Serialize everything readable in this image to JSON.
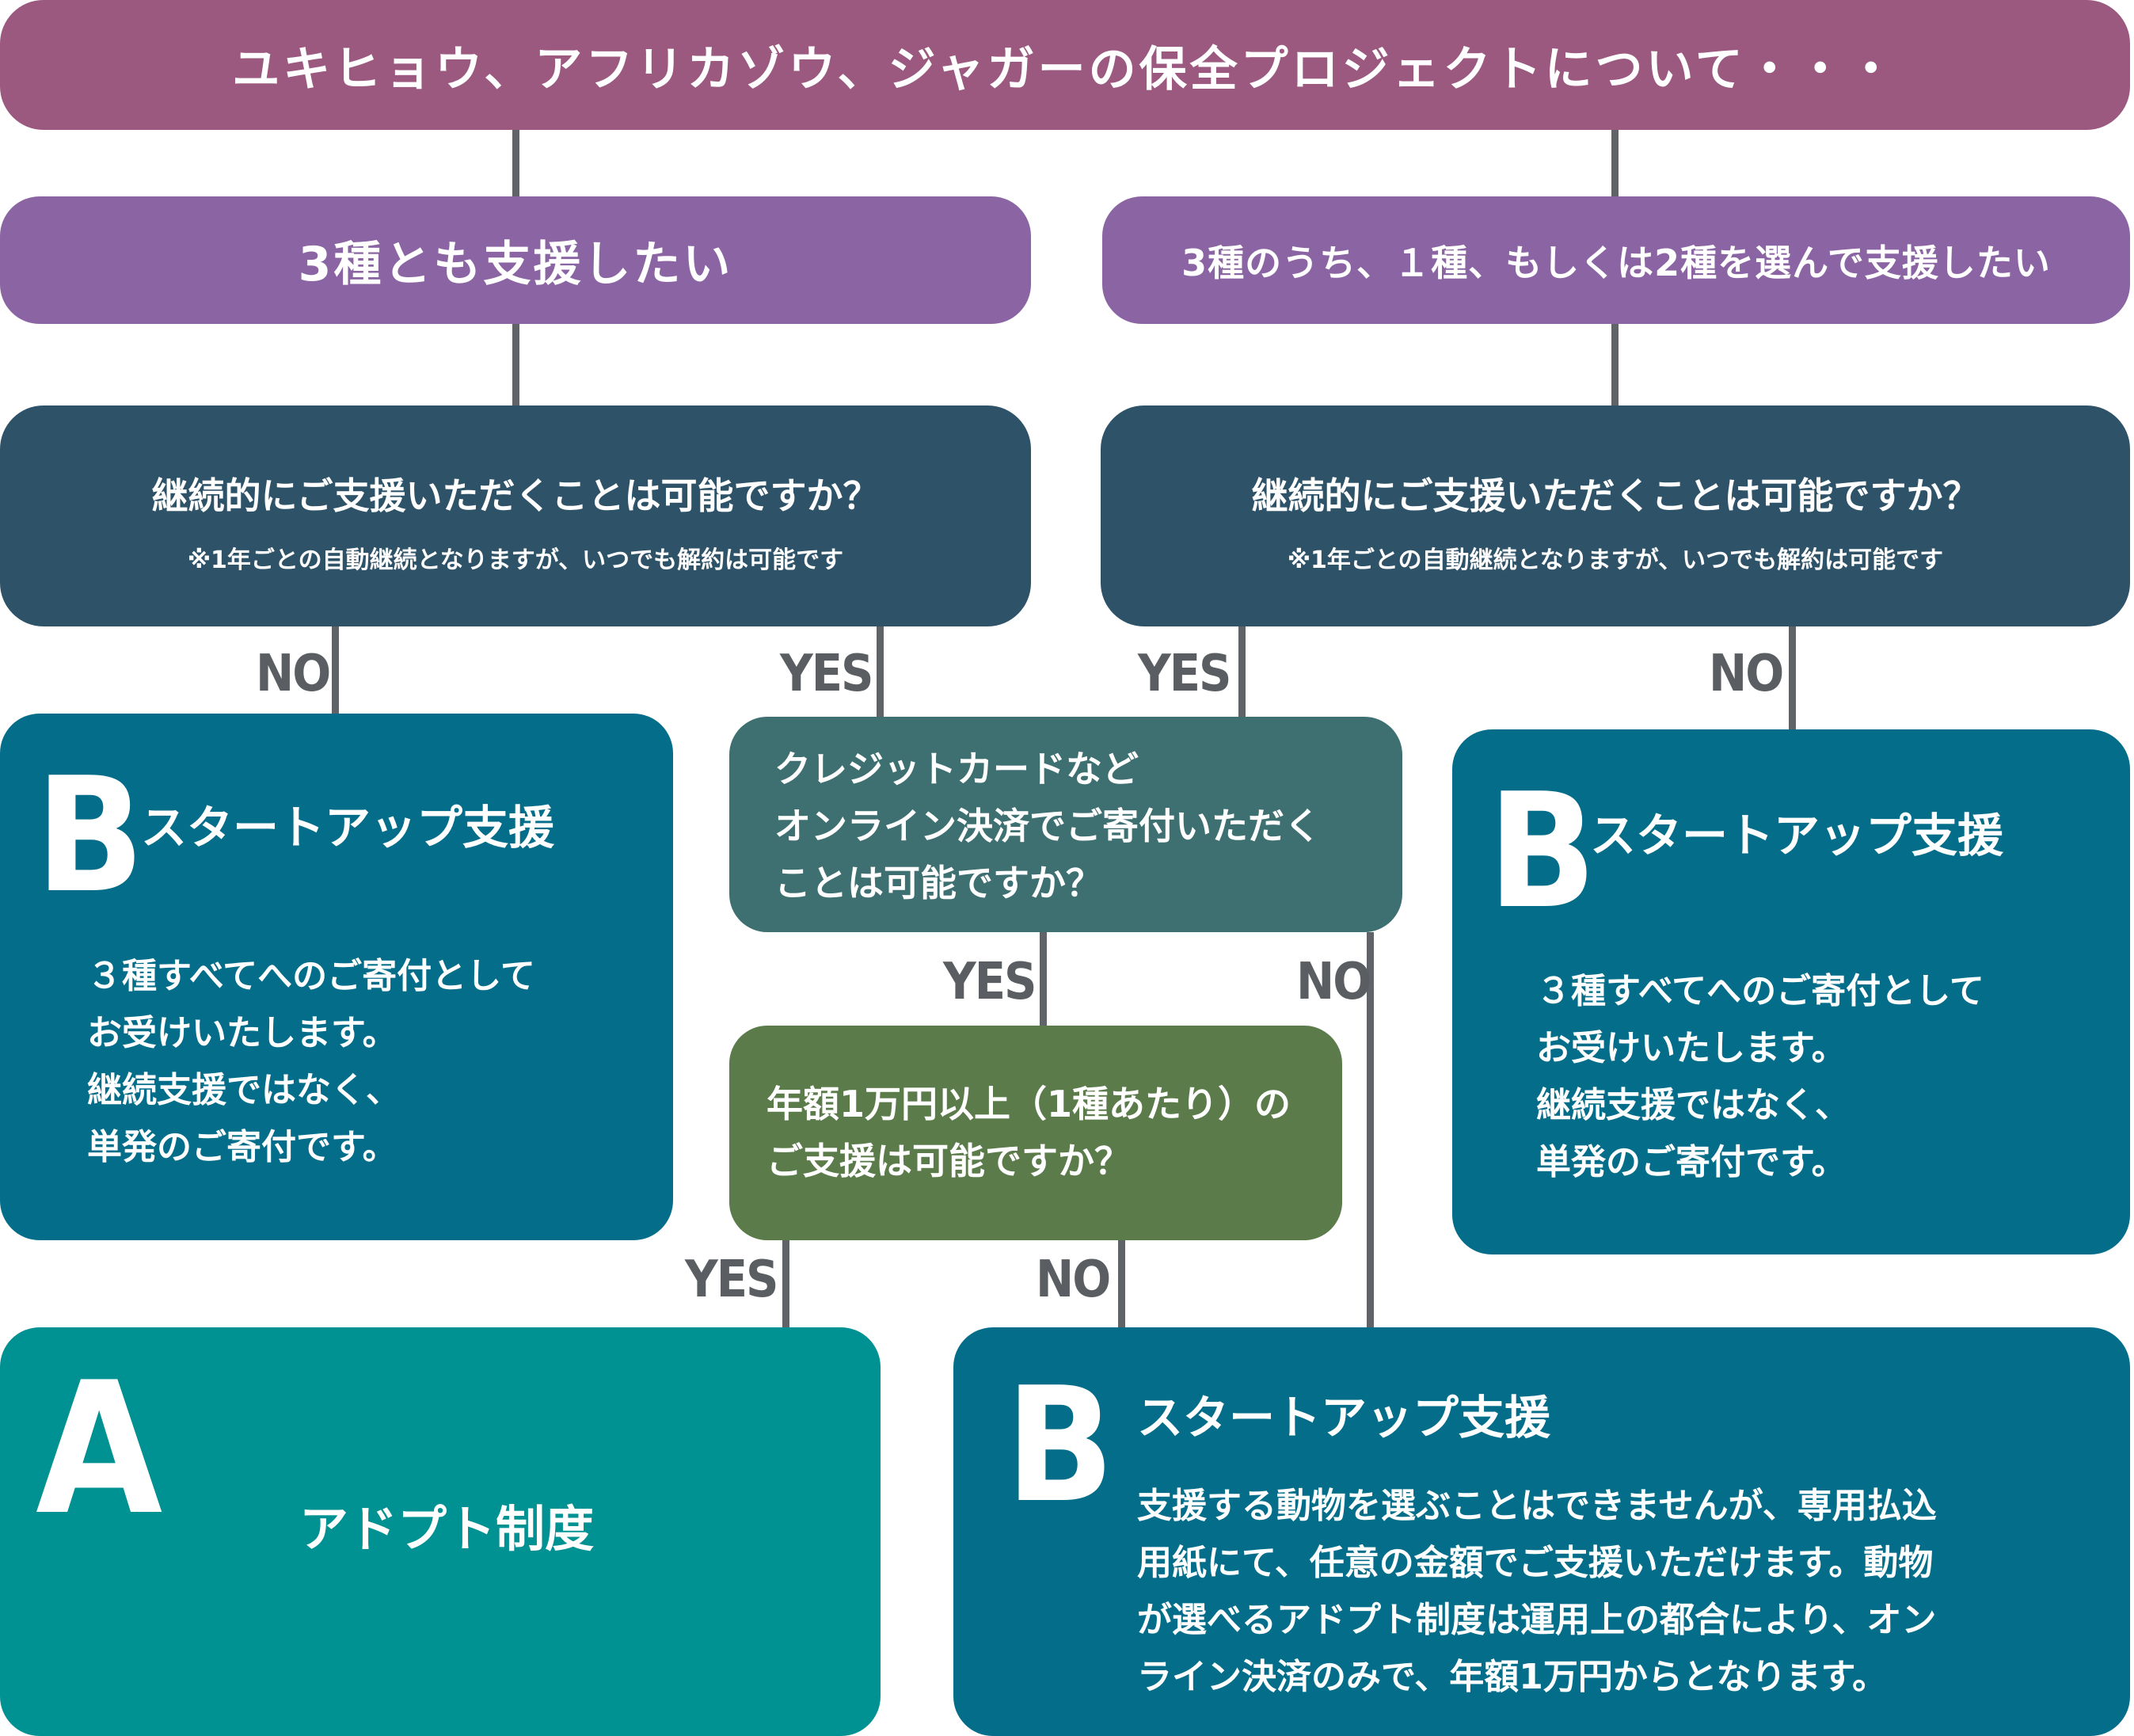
{
  "colors": {
    "top": "#9b5980",
    "choice": "#8b65a3",
    "question_dark": "#2e5268",
    "question_teal": "#3e7072",
    "question_green": "#5b7b4b",
    "result_b": "#046e8a",
    "result_a": "#009192",
    "connector": "#606468",
    "branch_label": "#5a5e62"
  },
  "top": {
    "text": "ユキヒョウ、アフリカゾウ、ジャガーの保全プロジェクトについて・・・"
  },
  "choice_left": {
    "text": "3種とも支援したい"
  },
  "choice_right": {
    "text": "3種のうち、１種、もしくは2種を選んで支援したい"
  },
  "question_left": {
    "text": "継続的にご支援いただくことは可能ですか？",
    "note": "※1年ごとの自動継続となりますが、いつでも解約は可能です"
  },
  "question_right": {
    "text": "継続的にご支援いただくことは可能ですか？",
    "note": "※1年ごとの自動継続となりますが、いつでも解約は可能です"
  },
  "question_payment": {
    "lines": [
      "クレジットカードなど",
      "オンライン決済でご寄付いただく",
      "ことは可能ですか？"
    ]
  },
  "question_amount": {
    "lines": [
      "年額1万円以上（1種あたり）の",
      "ご支援は可能ですか？"
    ]
  },
  "result_b_left": {
    "letter": "B",
    "title": "スタートアップ支援",
    "lines": [
      "３種すべてへのご寄付として",
      "お受けいたします。",
      "継続支援ではなく、",
      "単発のご寄付です。"
    ]
  },
  "result_b_right": {
    "letter": "B",
    "title": "スタートアップ支援",
    "lines": [
      "３種すべてへのご寄付として",
      "お受けいたします。",
      "継続支援ではなく、",
      "単発のご寄付です。"
    ]
  },
  "result_a": {
    "letter": "A",
    "title": "アドプト制度"
  },
  "result_b_bottom": {
    "letter": "B",
    "title": "スタートアップ支援",
    "lines": [
      "支援する動物を選ぶことはできませんが、専用払込",
      "用紙にて、任意の金額でご支援いただけます。動物",
      "が選べるアドプト制度は運用上の都合により、オン",
      "ライン決済のみで、年額1万円からとなります。"
    ]
  },
  "labels": {
    "left_no": "NO",
    "left_yes": "YES",
    "right_yes": "YES",
    "right_no": "NO",
    "payment_yes": "YES",
    "payment_no": "NO",
    "amount_yes": "YES",
    "amount_no": "NO"
  }
}
